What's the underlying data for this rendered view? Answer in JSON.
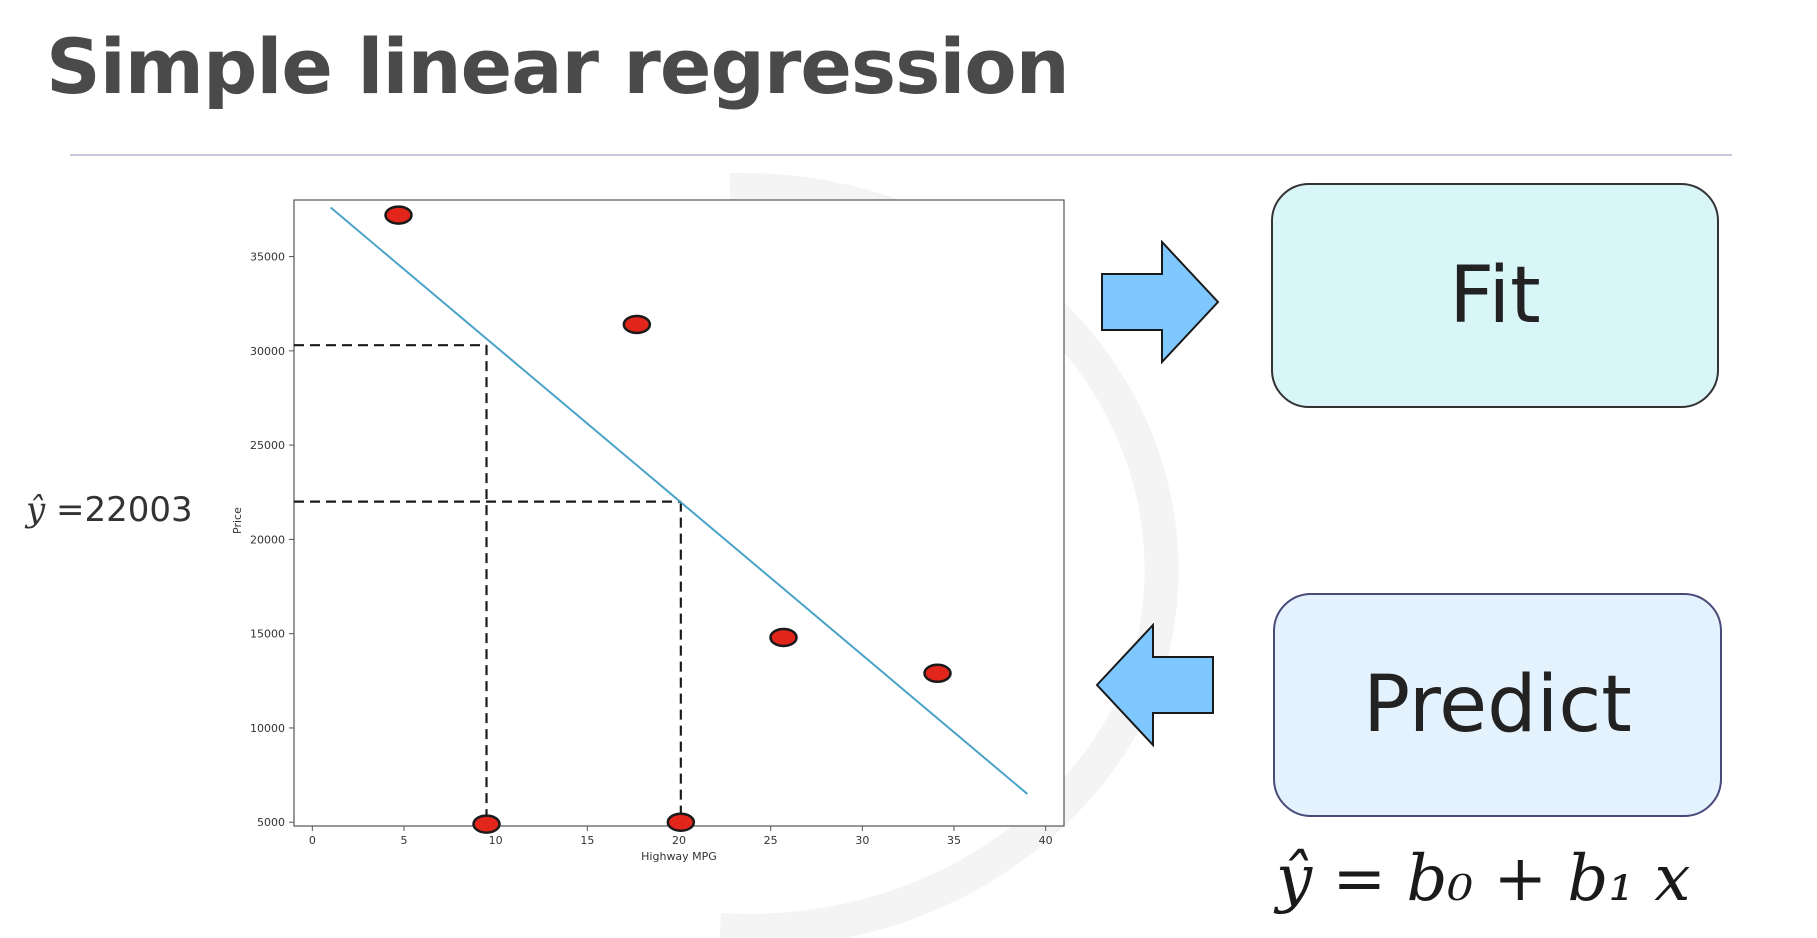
{
  "slide": {
    "title": "Simple linear regression",
    "prediction_label": {
      "symbol": "ŷ",
      "text": " =22003"
    }
  },
  "steps": {
    "fit_label": "Fit",
    "predict_label": "Predict"
  },
  "formula": {
    "text": "ŷ = b₀ + b₁ x"
  },
  "colors": {
    "regression_line": "#4aa3c8",
    "point_fill": "#e3261b",
    "point_stroke": "#1a1a1a",
    "arrow_fill": "#7ec8ff",
    "fit_box_fill": "#d8f6f8",
    "predict_box_fill": "#e3f2fd"
  },
  "icons": {
    "fit_arrow": "arrow-right-icon",
    "predict_arrow": "arrow-left-icon"
  },
  "chart_data": {
    "type": "scatter",
    "title": "",
    "xlabel": "Highway MPG",
    "ylabel": "Price",
    "xlim": [
      -1,
      41
    ],
    "ylim": [
      4800,
      38000
    ],
    "x_ticks": [
      0,
      5,
      10,
      15,
      20,
      25,
      30,
      35,
      40
    ],
    "y_ticks": [
      5000,
      10000,
      15000,
      20000,
      25000,
      30000,
      35000
    ],
    "grid": false,
    "series": [
      {
        "x": [
          4.7,
          17.7,
          25.7,
          34.1,
          9.5,
          20.1
        ],
        "y": [
          37200,
          31400,
          14800,
          12900,
          4900,
          5000
        ]
      }
    ],
    "regression_line": {
      "x": [
        1,
        39
      ],
      "y": [
        37600,
        6500
      ]
    },
    "guide_lines": [
      {
        "x": 9.5,
        "y": 30300
      },
      {
        "x": 20.1,
        "y": 22003
      }
    ]
  }
}
